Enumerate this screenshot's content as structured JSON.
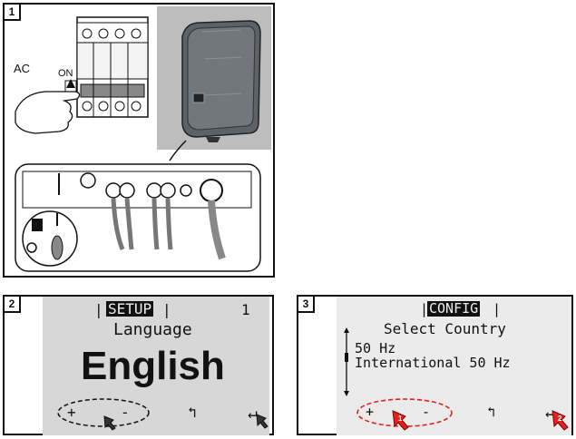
{
  "panels": [
    {
      "number": "1"
    },
    {
      "number": "2"
    },
    {
      "number": "3"
    }
  ],
  "panel1": {
    "ac_label": "AC",
    "on_label": "ON"
  },
  "panel2": {
    "menu": "SETUP",
    "page": "1",
    "title": "Language",
    "value": "English",
    "plus": "+",
    "minus": "-",
    "back": "↰",
    "enter": "↵"
  },
  "panel3": {
    "menu": "CONFIG",
    "title": "Select Country",
    "line1": "50 Hz",
    "line2": "International 50 Hz",
    "plus": "+",
    "minus": "-",
    "back": "↰",
    "enter": "↵",
    "marker1": "1",
    "marker2": "2"
  },
  "colors": {
    "highlight": "#e0231c",
    "lcd": "#d7d7d7",
    "wall": "#bdbdbd"
  }
}
